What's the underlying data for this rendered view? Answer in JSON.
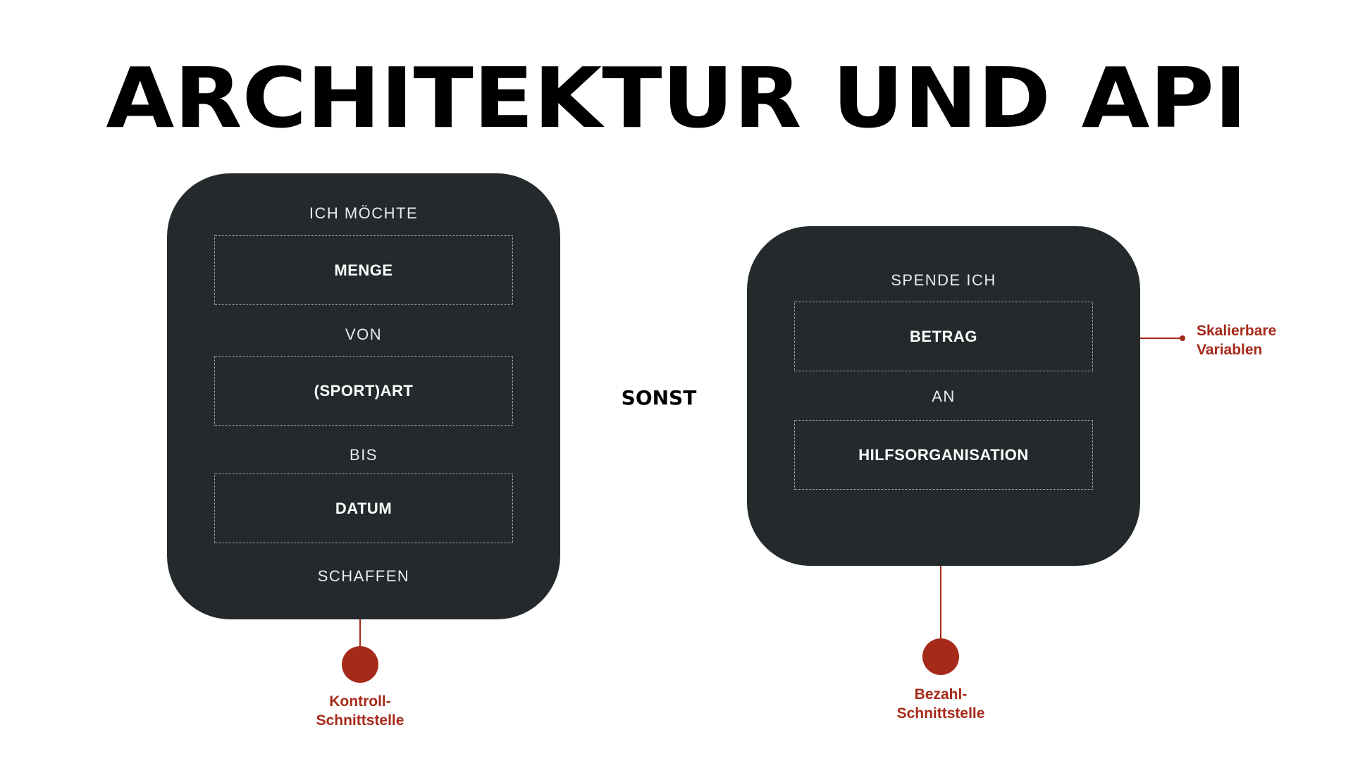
{
  "title": "ARCHITEKTUR UND API",
  "left_panel": {
    "intro": "ICH MÖCHTE",
    "slot1": "MENGE",
    "word2": "VON",
    "slot2": "(SPORT)ART",
    "word3": "BIS",
    "slot3": "DATUM",
    "outro": "SCHAFFEN"
  },
  "connector": "SONST",
  "right_panel": {
    "intro": "SPENDE ICH",
    "slot1": "BETRAG",
    "word2": "AN",
    "slot2": "HILFSORGANISATION"
  },
  "annotations": {
    "left_line1": "Kontroll-",
    "left_line2": "Schnittstelle",
    "right_line1": "Bezahl-",
    "right_line2": "Schnittstelle",
    "side_line1": "Skalierbare",
    "side_line2": "Variablen"
  },
  "colors": {
    "panel": "#242a2c",
    "accent": "#a52a1a"
  }
}
